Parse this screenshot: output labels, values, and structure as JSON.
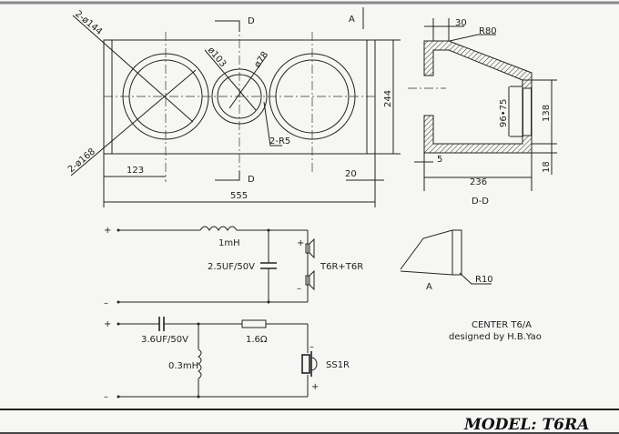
{
  "front_view": {
    "dia_outer": "2-ø168",
    "dia_inner": "2-ø144",
    "mid_outer": "ø103",
    "mid_inner": "ø78",
    "radius": "2-R5",
    "height": "244",
    "offset": "123",
    "width": "555",
    "edge": "20",
    "section_mark": "D",
    "view_mark": "A"
  },
  "section": {
    "top": "30",
    "radius": "R80",
    "opening": "96•75",
    "height_inner": "138",
    "bottom": "18",
    "wall": "5",
    "depth": "236",
    "label": "D-D"
  },
  "detail": {
    "label": "A",
    "radius": "R10"
  },
  "circuit": {
    "plus": "+",
    "minus": "–",
    "l1": "1mH",
    "c1": "2.5UF/50V",
    "woofers": "T6R+T6R",
    "c2": "3.6UF/50V",
    "l2": "0.3mH",
    "r1": "1.6Ω",
    "tweeter": "SS1R"
  },
  "title": {
    "line1": "CENTER T6/A",
    "line2": "designed by H.B.Yao"
  },
  "model": "MODEL: T6RA"
}
